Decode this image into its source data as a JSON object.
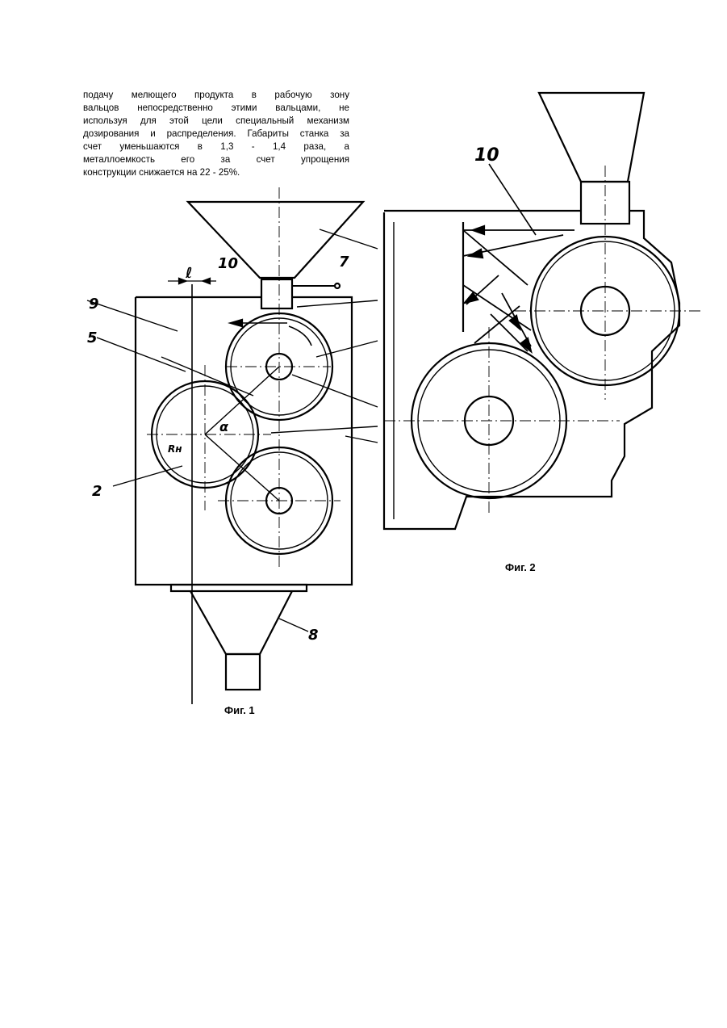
{
  "paragraph": {
    "lines": [
      "подачу мелющего продукта в рабочую зону",
      "вальцов непосредственно этими вальцами, не",
      "используя для этой цели специальный механизм",
      "дозирования и распределения. Габариты станка за",
      "счет уменьшаются в 1,3 - 1,4 раза, а",
      "металлоемкость его за счет упрощения",
      "конструкции снижается на 22 - 25%."
    ]
  },
  "figure1": {
    "caption": "Фиг. 1",
    "labels": {
      "l": "ℓ",
      "n10": "10",
      "n7": "7",
      "n9": "9",
      "n5": "5",
      "alpha": "α",
      "rn": "Rн",
      "n2": "2",
      "n8": "8"
    }
  },
  "figure2": {
    "caption": "Фиг. 2",
    "labels": {
      "n10": "10"
    }
  }
}
